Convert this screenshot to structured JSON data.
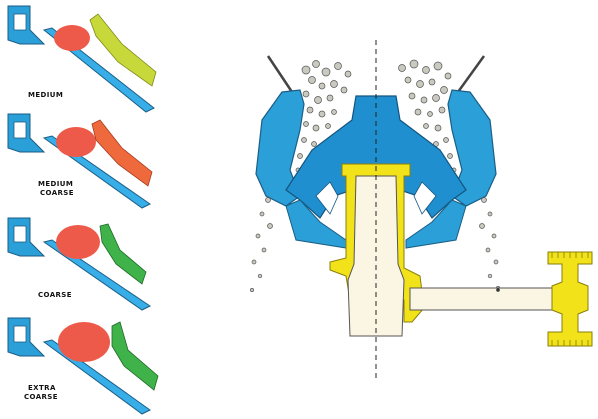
{
  "labels": {
    "medium": "MEDIUM",
    "medium_coarse": [
      "MEDIUM",
      "COARSE"
    ],
    "coarse": "COARSE",
    "extra_coarse": [
      "EXTRA",
      "COARSE"
    ]
  },
  "colors": {
    "frame_blue": "#2a9fd8",
    "chute_blue": "#37aee8",
    "liner_blue": "#1f8fd0",
    "rock_red": "#ee5a4a",
    "arm_yellow_green": "#c6d83a",
    "arm_orange": "#ee6a3c",
    "arm_green": "#3fb24a",
    "shaft_yellow": "#f2e21a",
    "shaft_cream": "#fbf6e4",
    "rock_grey": "#c9c9c0",
    "outline": "#333333"
  },
  "icons": [
    "rock-particle-icon",
    "centerline-icon",
    "gear-icon"
  ]
}
